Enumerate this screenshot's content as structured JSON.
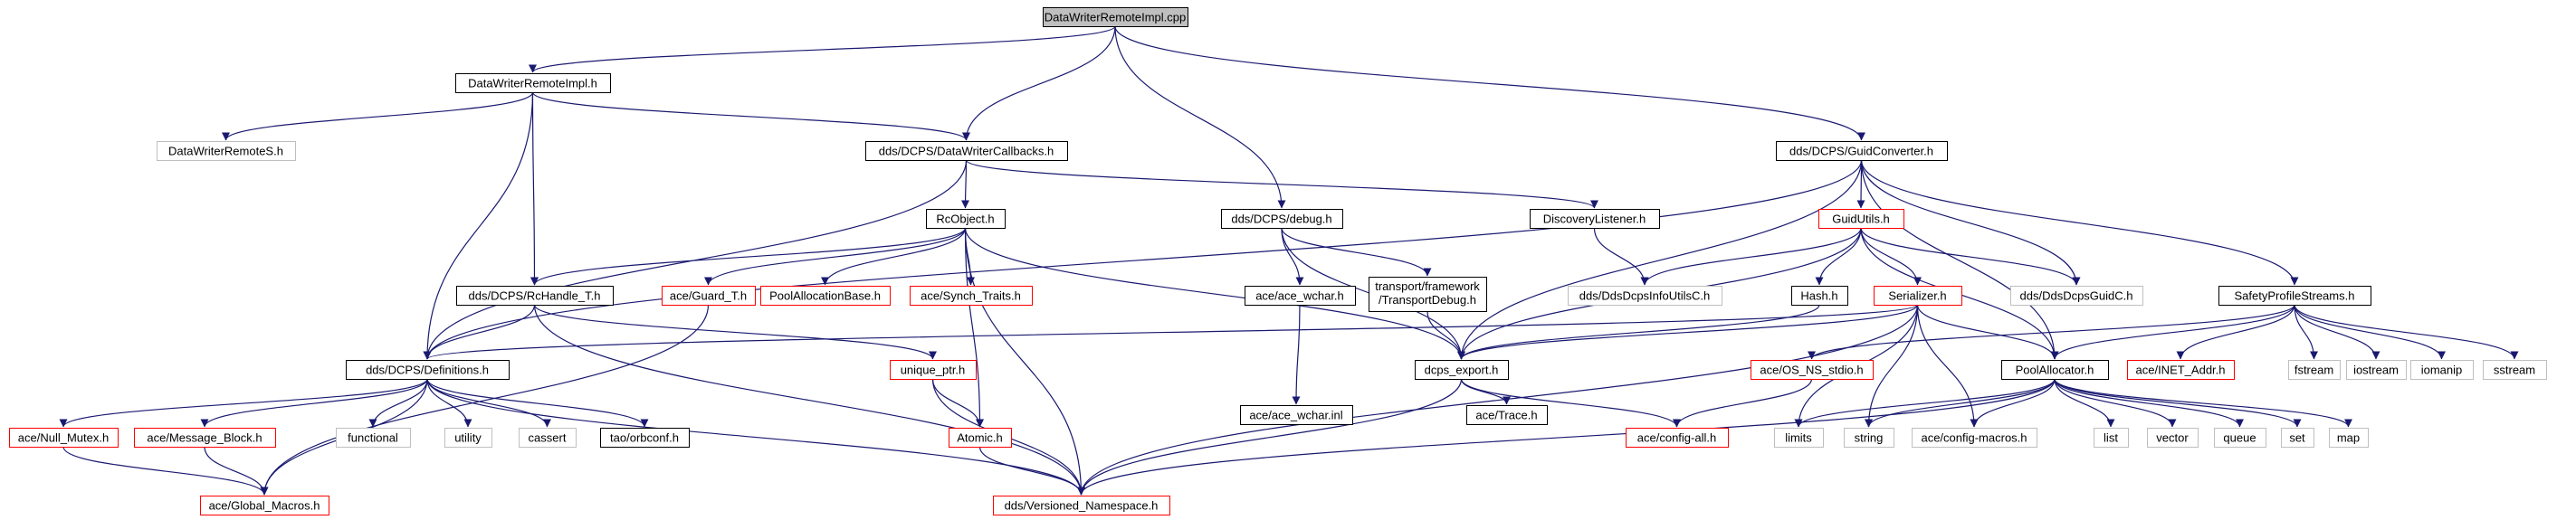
{
  "diagram": {
    "colors": {
      "edge": "#191970",
      "normal_border": "#000000",
      "missing_border": "#ff0000",
      "external_border": "#bfbfbf",
      "root_fill": "#bfbfbf",
      "text": "#000000",
      "background": "#ffffff"
    },
    "nodes": [
      {
        "id": "root",
        "label": "DataWriterRemoteImpl.cpp",
        "kind": "root"
      },
      {
        "id": "dwri_h",
        "label": "DataWriterRemoteImpl.h",
        "kind": "normal"
      },
      {
        "id": "dwcb",
        "label": "dds/DCPS/DataWriterCallbacks.h",
        "kind": "normal"
      },
      {
        "id": "debug",
        "label": "dds/DCPS/debug.h",
        "kind": "normal"
      },
      {
        "id": "guidconv",
        "label": "dds/DCPS/GuidConverter.h",
        "kind": "normal"
      },
      {
        "id": "dwrs",
        "label": "DataWriterRemoteS.h",
        "kind": "external"
      },
      {
        "id": "rcobject",
        "label": "RcObject.h",
        "kind": "normal"
      },
      {
        "id": "disclistener",
        "label": "DiscoveryListener.h",
        "kind": "normal"
      },
      {
        "id": "guidutils",
        "label": "GuidUtils.h",
        "kind": "missing"
      },
      {
        "id": "rchandle",
        "label": "dds/DCPS/RcHandle_T.h",
        "kind": "normal"
      },
      {
        "id": "guard",
        "label": "ace/Guard_T.h",
        "kind": "missing"
      },
      {
        "id": "poolallocbase",
        "label": "PoolAllocationBase.h",
        "kind": "missing"
      },
      {
        "id": "synch",
        "label": "ace/Synch_Traits.h",
        "kind": "missing"
      },
      {
        "id": "acewchar",
        "label": "ace/ace_wchar.h",
        "kind": "normal"
      },
      {
        "id": "transportdebug",
        "label": "transport/framework/TransportDebug.h",
        "kind": "normal",
        "lines": [
          "transport/framework",
          "/TransportDebug.h"
        ]
      },
      {
        "id": "ddsinfoutils",
        "label": "dds/DdsDcpsInfoUtilsC.h",
        "kind": "external"
      },
      {
        "id": "hash",
        "label": "Hash.h",
        "kind": "normal"
      },
      {
        "id": "serializer",
        "label": "Serializer.h",
        "kind": "missing"
      },
      {
        "id": "guidc",
        "label": "dds/DdsDcpsGuidC.h",
        "kind": "external"
      },
      {
        "id": "safety",
        "label": "SafetyProfileStreams.h",
        "kind": "normal"
      },
      {
        "id": "definitions",
        "label": "dds/DCPS/Definitions.h",
        "kind": "normal"
      },
      {
        "id": "uniqueptr",
        "label": "unique_ptr.h",
        "kind": "missing"
      },
      {
        "id": "acewcharinl",
        "label": "ace/ace_wchar.inl",
        "kind": "normal"
      },
      {
        "id": "dcpsexport",
        "label": "dcps_export.h",
        "kind": "normal"
      },
      {
        "id": "osnsstdio",
        "label": "ace/OS_NS_stdio.h",
        "kind": "missing"
      },
      {
        "id": "poolalloc",
        "label": "PoolAllocator.h",
        "kind": "normal"
      },
      {
        "id": "inetaddr",
        "label": "ace/INET_Addr.h",
        "kind": "missing"
      },
      {
        "id": "fstream",
        "label": "fstream",
        "kind": "external"
      },
      {
        "id": "iostream",
        "label": "iostream",
        "kind": "external"
      },
      {
        "id": "iomanip",
        "label": "iomanip",
        "kind": "external"
      },
      {
        "id": "sstream",
        "label": "sstream",
        "kind": "external"
      },
      {
        "id": "nullmutex",
        "label": "ace/Null_Mutex.h",
        "kind": "missing"
      },
      {
        "id": "msgblock",
        "label": "ace/Message_Block.h",
        "kind": "missing"
      },
      {
        "id": "functional",
        "label": "functional",
        "kind": "external"
      },
      {
        "id": "utility",
        "label": "utility",
        "kind": "external"
      },
      {
        "id": "cassert",
        "label": "cassert",
        "kind": "external"
      },
      {
        "id": "orbconf",
        "label": "tao/orbconf.h",
        "kind": "normal"
      },
      {
        "id": "atomic",
        "label": "Atomic.h",
        "kind": "missing"
      },
      {
        "id": "acetrace",
        "label": "ace/Trace.h",
        "kind": "normal"
      },
      {
        "id": "configall",
        "label": "ace/config-all.h",
        "kind": "missing"
      },
      {
        "id": "limits",
        "label": "limits",
        "kind": "external"
      },
      {
        "id": "string",
        "label": "string",
        "kind": "external"
      },
      {
        "id": "configmacros",
        "label": "ace/config-macros.h",
        "kind": "external"
      },
      {
        "id": "list",
        "label": "list",
        "kind": "external"
      },
      {
        "id": "vector",
        "label": "vector",
        "kind": "external"
      },
      {
        "id": "queue",
        "label": "queue",
        "kind": "external"
      },
      {
        "id": "set",
        "label": "set",
        "kind": "external"
      },
      {
        "id": "map",
        "label": "map",
        "kind": "external"
      },
      {
        "id": "globalmacros",
        "label": "ace/Global_Macros.h",
        "kind": "missing"
      },
      {
        "id": "versioned",
        "label": "dds/Versioned_Namespace.h",
        "kind": "missing"
      }
    ],
    "edges": [
      [
        "root",
        "dwri_h"
      ],
      [
        "root",
        "dwcb"
      ],
      [
        "root",
        "debug"
      ],
      [
        "root",
        "guidconv"
      ],
      [
        "dwri_h",
        "dwrs"
      ],
      [
        "dwri_h",
        "dwcb"
      ],
      [
        "dwri_h",
        "definitions"
      ],
      [
        "dwri_h",
        "rchandle"
      ],
      [
        "dwcb",
        "rcobject"
      ],
      [
        "dwcb",
        "disclistener"
      ],
      [
        "dwcb",
        "definitions"
      ],
      [
        "debug",
        "acewchar"
      ],
      [
        "debug",
        "transportdebug"
      ],
      [
        "debug",
        "dcpsexport"
      ],
      [
        "guidconv",
        "guidutils"
      ],
      [
        "guidconv",
        "guidc"
      ],
      [
        "guidconv",
        "safety"
      ],
      [
        "guidconv",
        "dcpsexport"
      ],
      [
        "guidconv",
        "poolalloc"
      ],
      [
        "guidconv",
        "definitions"
      ],
      [
        "rcobject",
        "rchandle"
      ],
      [
        "rcobject",
        "guard"
      ],
      [
        "rcobject",
        "poolallocbase"
      ],
      [
        "rcobject",
        "synch"
      ],
      [
        "rcobject",
        "atomic"
      ],
      [
        "rcobject",
        "dcpsexport"
      ],
      [
        "rcobject",
        "versioned"
      ],
      [
        "disclistener",
        "ddsinfoutils"
      ],
      [
        "guidutils",
        "ddsinfoutils"
      ],
      [
        "guidutils",
        "hash"
      ],
      [
        "guidutils",
        "serializer"
      ],
      [
        "guidutils",
        "guidc"
      ],
      [
        "guidutils",
        "poolalloc"
      ],
      [
        "guidutils",
        "dcpsexport"
      ],
      [
        "rchandle",
        "definitions"
      ],
      [
        "rchandle",
        "uniqueptr"
      ],
      [
        "rchandle",
        "versioned"
      ],
      [
        "guard",
        "globalmacros"
      ],
      [
        "acewchar",
        "acewcharinl"
      ],
      [
        "transportdebug",
        "dcpsexport"
      ],
      [
        "hash",
        "dcpsexport"
      ],
      [
        "serializer",
        "definitions"
      ],
      [
        "serializer",
        "dcpsexport"
      ],
      [
        "serializer",
        "poolalloc"
      ],
      [
        "serializer",
        "limits"
      ],
      [
        "serializer",
        "string"
      ],
      [
        "serializer",
        "configmacros"
      ],
      [
        "serializer",
        "versioned"
      ],
      [
        "safety",
        "osnsstdio"
      ],
      [
        "safety",
        "poolalloc"
      ],
      [
        "safety",
        "inetaddr"
      ],
      [
        "safety",
        "fstream"
      ],
      [
        "safety",
        "iostream"
      ],
      [
        "safety",
        "iomanip"
      ],
      [
        "safety",
        "sstream"
      ],
      [
        "definitions",
        "nullmutex"
      ],
      [
        "definitions",
        "msgblock"
      ],
      [
        "definitions",
        "functional"
      ],
      [
        "definitions",
        "utility"
      ],
      [
        "definitions",
        "cassert"
      ],
      [
        "definitions",
        "orbconf"
      ],
      [
        "definitions",
        "globalmacros"
      ],
      [
        "definitions",
        "versioned"
      ],
      [
        "uniqueptr",
        "atomic"
      ],
      [
        "uniqueptr",
        "versioned"
      ],
      [
        "dcpsexport",
        "acetrace"
      ],
      [
        "dcpsexport",
        "configall"
      ],
      [
        "dcpsexport",
        "versioned"
      ],
      [
        "osnsstdio",
        "configall"
      ],
      [
        "poolalloc",
        "limits"
      ],
      [
        "poolalloc",
        "string"
      ],
      [
        "poolalloc",
        "configmacros"
      ],
      [
        "poolalloc",
        "list"
      ],
      [
        "poolalloc",
        "vector"
      ],
      [
        "poolalloc",
        "queue"
      ],
      [
        "poolalloc",
        "set"
      ],
      [
        "poolalloc",
        "map"
      ],
      [
        "poolalloc",
        "versioned"
      ],
      [
        "nullmutex",
        "globalmacros"
      ],
      [
        "msgblock",
        "globalmacros"
      ],
      [
        "atomic",
        "versioned"
      ]
    ]
  }
}
